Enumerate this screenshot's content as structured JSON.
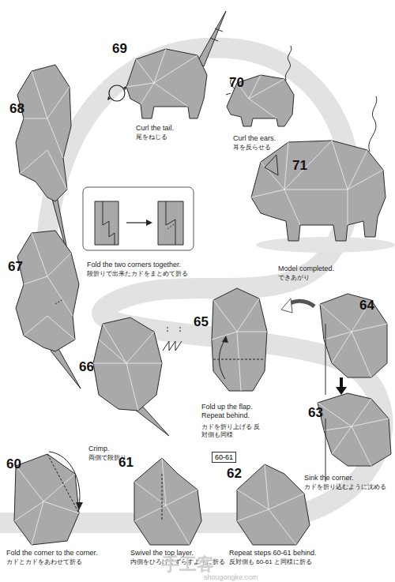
{
  "diagram": {
    "nodes": [
      {
        "text": [
          "60-61"
        ]
      }
    ],
    "labels": [
      "68",
      "69",
      "Curl the tail.",
      "尾をねじる",
      "70",
      "Curl the ears.",
      "耳を反らせる",
      "71",
      "Model completed.",
      "できあがり",
      "67",
      "Fold the two corners together.",
      "段折りで出来たカドをまとめて折る",
      "65",
      "64",
      "66",
      "Crimp.",
      "両側で段折り",
      "Fold up the flap. Repeat behind.",
      "カドを折り上げる 反対側も同様",
      "63",
      "Sink the corner.",
      "カドを折り込むように沈める",
      "60",
      "61",
      "62",
      "Fold the corner to the corner.",
      "カドとカドをあわせて折る",
      "Swivel the top layer.",
      "内側をひろげてずらすように折る",
      "Repeat steps 60-61 behind.",
      "反対側も 60-61 と同様に折る",
      "手工客",
      "shougongke.com"
    ]
  }
}
